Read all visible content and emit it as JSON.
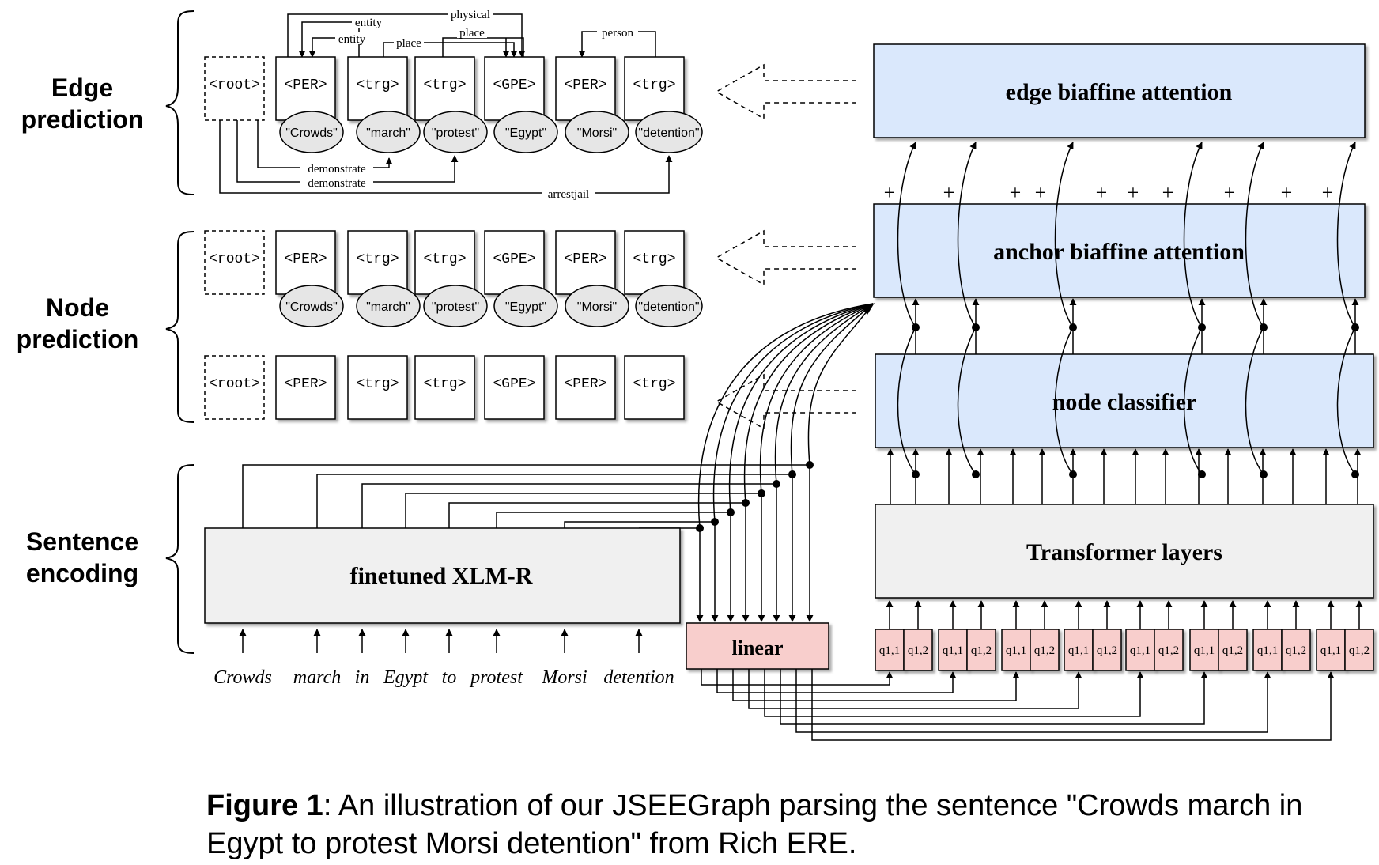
{
  "stages": {
    "edge": [
      "Edge",
      "prediction"
    ],
    "node": [
      "Node",
      "prediction"
    ],
    "sentence": [
      "Sentence",
      "encoding"
    ]
  },
  "blocks": {
    "edge_biaffine": "edge biaffine attention",
    "anchor_biaffine": "anchor biaffine attention",
    "node_classifier": "node classifier",
    "transformer": "Transformer layers",
    "xlmr": "finetuned XLM-R",
    "linear": "linear"
  },
  "tags": [
    "<root>",
    "<PER>",
    "<trg>",
    "<trg>",
    "<GPE>",
    "<PER>",
    "<trg>"
  ],
  "anchors": [
    "\"Crowds\"",
    "\"march\"",
    "\"protest\"",
    "\"Egypt\"",
    "\"Morsi\"",
    "\"detention\""
  ],
  "edge_labels": {
    "physical": "physical",
    "entity_outer": "entity",
    "entity_inner": "entity",
    "place_long": "place",
    "place_short": "place",
    "person": "person",
    "demonstrate_1": "demonstrate",
    "demonstrate_2": "demonstrate",
    "arrestjail": "arrestjail"
  },
  "sentence_words": [
    "Crowds",
    "march",
    "in",
    "Egypt",
    "to",
    "protest",
    "Morsi",
    "detention"
  ],
  "query_labels": [
    "q1,1",
    "q1,2"
  ],
  "caption": {
    "label": "Figure 1",
    "text": ": An illustration of our JSEEGraph parsing the sentence \"Crowds march in Egypt to protest Morsi detention\" from Rich ERE."
  },
  "colors": {
    "blue_block": "#dae8fc",
    "gray_block": "#f0f0f0",
    "pink_block": "#f8cecc",
    "anchor_fill": "#e6e6e6"
  }
}
